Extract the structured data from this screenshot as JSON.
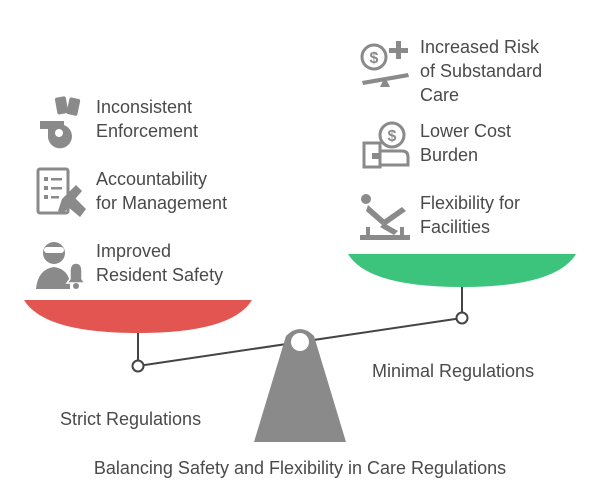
{
  "title": "Balancing Safety and Flexibility in Care Regulations",
  "left_side": {
    "label": "Strict Regulations",
    "pan_color": "#e25550",
    "items": [
      {
        "text": "Inconsistent\nEnforcement",
        "icon": "whistle-and-cards-icon"
      },
      {
        "text": "Accountability\nfor Management",
        "icon": "checklist-with-hand-icon"
      },
      {
        "text": "Improved\nResident Safety",
        "icon": "person-with-bell-icon"
      }
    ]
  },
  "right_side": {
    "label": "Minimal Regulations",
    "pan_color": "#3cc47c",
    "items": [
      {
        "text": "Increased Risk\nof Substandard\nCare",
        "icon": "dollar-plus-balance-icon"
      },
      {
        "text": "Lower Cost\nBurden",
        "icon": "wallet-dollar-icon"
      },
      {
        "text": "Flexibility for\nFacilities",
        "icon": "gymnast-icon"
      }
    ]
  },
  "colors": {
    "icon": "#8a8a8a",
    "beam": "#444444",
    "fulcrum": "#8a8a8a"
  }
}
